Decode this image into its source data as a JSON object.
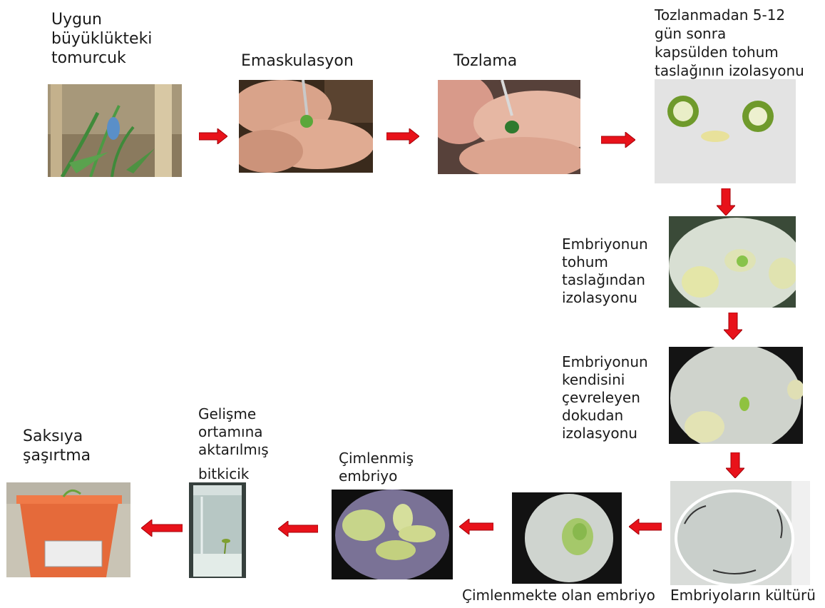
{
  "colors": {
    "arrow": "#e8121a",
    "arrow_edge": "#a30008"
  },
  "steps": [
    {
      "label": "Uygun\nbüyüklükteki\ntomurcuk"
    },
    {
      "label": "Emaskulasyon"
    },
    {
      "label": "Tozlama"
    },
    {
      "label": "Tozlanmadan  5-12\ngün sonra\nkapsülden tohum\ntaslağının izolasyonu"
    },
    {
      "label": "Embriyonun\ntohum\ntaslağından\nizolasyonu"
    },
    {
      "label": "Embriyonun\nkendisini\nçevreleyen\ndokudan\nizolasyonu"
    },
    {
      "label": "Embriyoların kültürü"
    },
    {
      "label": "Çimlenmekte olan embriyo"
    },
    {
      "label": "Çimlenmiş\nembriyo"
    },
    {
      "label": "Gelişme\nortamına\naktarılmış",
      "label2": "bitkicik"
    },
    {
      "label": "Saksıya\nşaşırtma"
    }
  ],
  "icons": [
    "flower-bud-photo",
    "emasculation-photo",
    "pollination-photo",
    "capsule-photo",
    "ovule-photo",
    "embryo-dissection-photo",
    "petri-dish-photo",
    "germinating-embryo-photo",
    "germinated-embryo-photo",
    "jar-plantlet-photo",
    "pot-photo"
  ]
}
